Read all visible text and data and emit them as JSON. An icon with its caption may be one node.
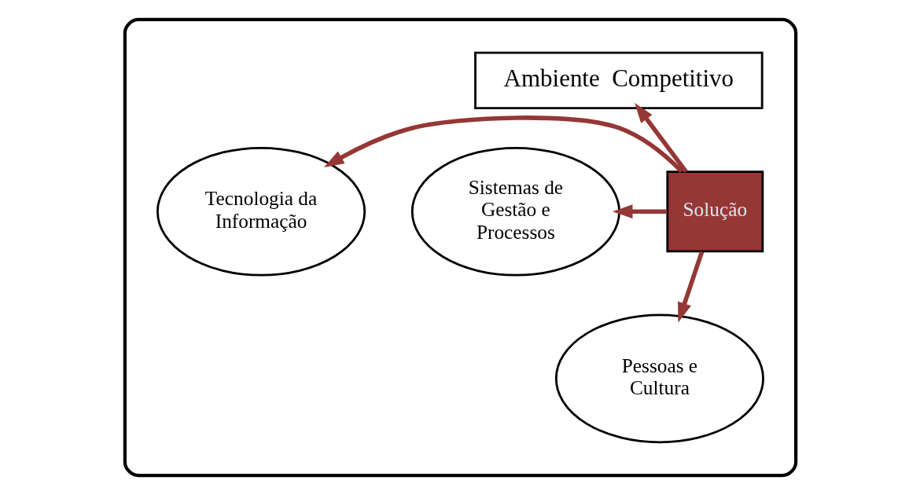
{
  "diagram": {
    "nodes": [
      {
        "text": [],
        "shape": "ellipse"
      },
      {
        "text": [
          "Ambiente  Competitivo"
        ],
        "in": 0
      },
      {
        "text": [
          "Sistemas de Gestão e Processos"
        ],
        "in": 0
      },
      {
        "text": [
          "Solução"
        ],
        "in": 0
      },
      {
        "text": [
          "Tecnologia da Informação"
        ],
        "in": 0
      },
      {
        "text": [
          "Pessoas e Cultura"
        ],
        "in": 0
      }
    ],
    "edges": [
      {
        "from": 3,
        "to": 1,
        "arrow": "to"
      },
      {
        "from": 3,
        "to": 2,
        "arrow": "to"
      },
      {
        "from": 3,
        "to": 4,
        "arrow": "to"
      },
      {
        "from": 3,
        "to": 5,
        "arrow": "to"
      }
    ]
  }
}
